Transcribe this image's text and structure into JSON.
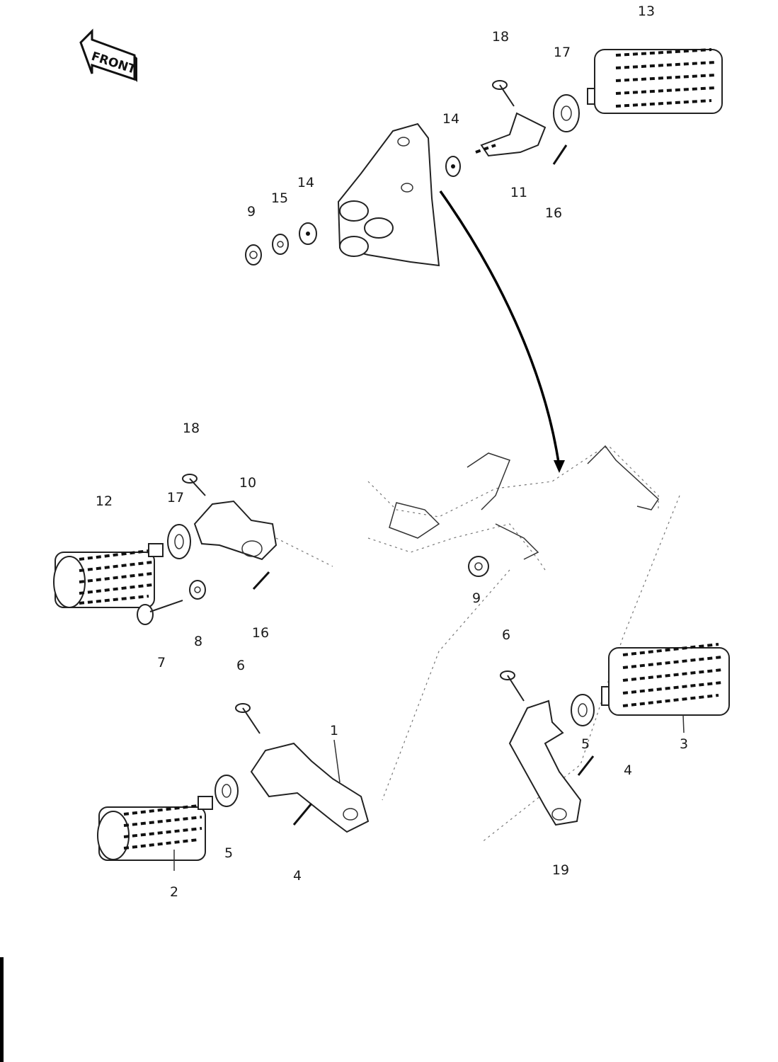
{
  "front_badge": {
    "label": "FRONT"
  },
  "labels": [
    {
      "id": "n13a",
      "text": "13"
    },
    {
      "id": "n18a",
      "text": "18"
    },
    {
      "id": "n17a",
      "text": "17"
    },
    {
      "id": "n14a",
      "text": "14"
    },
    {
      "id": "n14b",
      "text": "14"
    },
    {
      "id": "n15a",
      "text": "15"
    },
    {
      "id": "n9a",
      "text": "9"
    },
    {
      "id": "n11a",
      "text": "11"
    },
    {
      "id": "n16a",
      "text": "16"
    },
    {
      "id": "n18b",
      "text": "18"
    },
    {
      "id": "n10a",
      "text": "10"
    },
    {
      "id": "n12a",
      "text": "12"
    },
    {
      "id": "n17b",
      "text": "17"
    },
    {
      "id": "n16b",
      "text": "16"
    },
    {
      "id": "n8a",
      "text": "8"
    },
    {
      "id": "n7a",
      "text": "7"
    },
    {
      "id": "n9b",
      "text": "9"
    },
    {
      "id": "n6a",
      "text": "6"
    },
    {
      "id": "n6b",
      "text": "6"
    },
    {
      "id": "n1a",
      "text": "1"
    },
    {
      "id": "n5a",
      "text": "5"
    },
    {
      "id": "n4a",
      "text": "4"
    },
    {
      "id": "n2a",
      "text": "2"
    },
    {
      "id": "n5b",
      "text": "5"
    },
    {
      "id": "n3a",
      "text": "3"
    },
    {
      "id": "n4b",
      "text": "4"
    },
    {
      "id": "n19a",
      "text": "19"
    }
  ]
}
